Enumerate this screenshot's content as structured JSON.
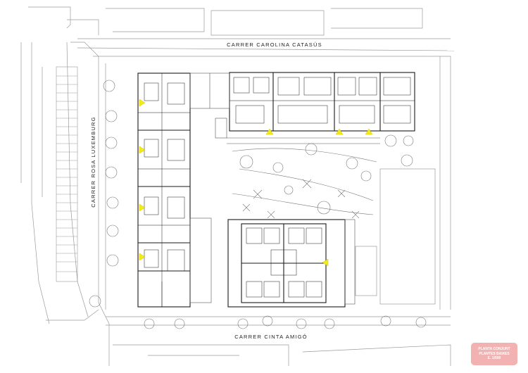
{
  "plan": {
    "streets": {
      "north": "CARRER CAROLINA CATASÚS",
      "west": "CARRER ROSA LUXEMBURG",
      "south": "CARRER CINTA AMIGÓ"
    },
    "title_block": {
      "line1": "PLANTA CONJUNT",
      "line2": "PLANTES BAIXES",
      "scale": "E. 1/500"
    },
    "colors": {
      "line": "#1a1a1a",
      "context": "#9a9a9a",
      "marker": "#f2ea1a",
      "title_bg": "#f2b2b2"
    }
  }
}
